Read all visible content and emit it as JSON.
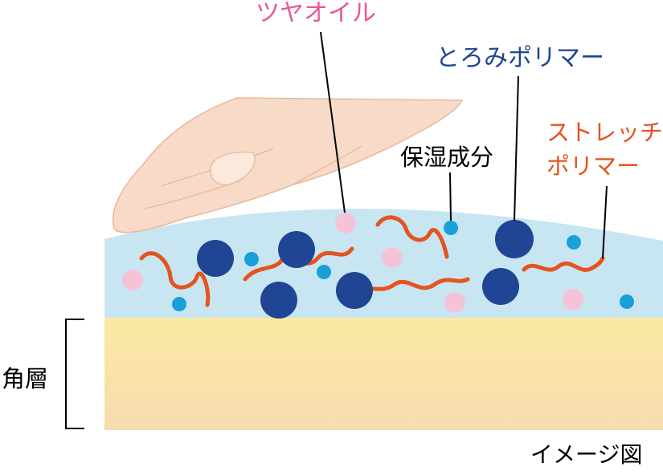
{
  "labels": {
    "tsuya_oil": "ツヤオイル",
    "toromi_polymer": "とろみポリマー",
    "hoshitsu": "保湿成分",
    "stretch_polymer_line1": "ストレッチ",
    "stretch_polymer_line2": "ポリマー",
    "kakuso": "角層",
    "image_note": "イメージ図"
  },
  "colors": {
    "tsuya_oil": "#e8589a",
    "toromi_polymer": "#1f4594",
    "stretch_polymer": "#e5531f",
    "moisture": "#1aa0d8",
    "gel_layer": "#c8e5f2",
    "stratum_corneum": "#f8e1a0",
    "finger": "#f7dbc8"
  }
}
